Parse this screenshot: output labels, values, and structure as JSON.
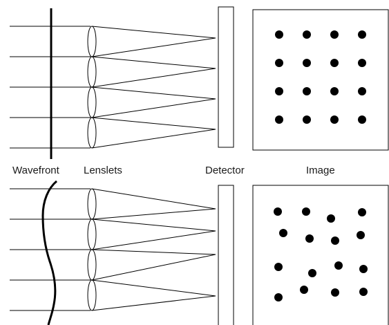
{
  "labels": {
    "wavefront": "Wavefront",
    "lenslets": "Lenslets",
    "detector": "Detector",
    "image": "Image"
  },
  "colors": {
    "ink": "#000000",
    "background": "#ffffff"
  }
}
